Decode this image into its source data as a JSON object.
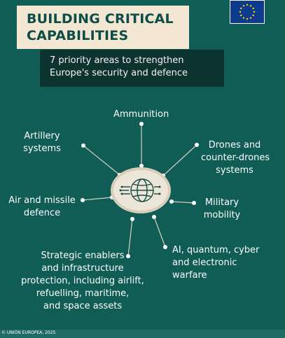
{
  "title": {
    "line1": "BUILDING CRITICAL",
    "line2": "CAPABILITIES"
  },
  "subtitle": {
    "line1": "7 priority areas to strengthen",
    "line2": "Europe's security and defence"
  },
  "areas": [
    {
      "lines": [
        "Ammunition"
      ]
    },
    {
      "lines": [
        "Drones and",
        "counter-drones",
        "systems"
      ]
    },
    {
      "lines": [
        "Military",
        "mobility"
      ]
    },
    {
      "lines": [
        "AI, quantum, cyber",
        "and electronic",
        "warfare"
      ]
    },
    {
      "lines": [
        "Strategic enablers",
        "and infrastructure",
        "protection, including airlift,",
        "refuelling, maritime,",
        "and space assets"
      ]
    },
    {
      "lines": [
        "Air and missile",
        "defence"
      ]
    },
    {
      "lines": [
        "Artillery",
        "systems"
      ]
    }
  ],
  "credit": "© UNIÓN EUROPEA, 2025",
  "icons": {
    "center": "globe-circuit-icon",
    "flag": "eu-flag-icon"
  },
  "colors": {
    "background": "#0f5d55",
    "title_box": "#f3e6d3",
    "title_text": "#0d4d47",
    "subtitle_box": "#0d3330",
    "flag_blue": "#0d3c8f",
    "flag_star": "#ffd400"
  }
}
